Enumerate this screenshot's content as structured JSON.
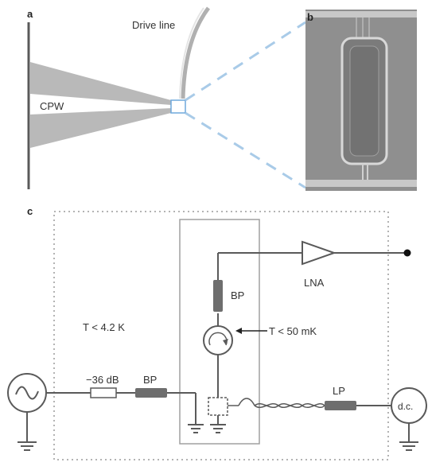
{
  "panels": {
    "a": {
      "letter": "a",
      "drive_line_label": "Drive line",
      "cpw_label": "CPW"
    },
    "b": {
      "letter": "b"
    },
    "c": {
      "letter": "c",
      "temp_outer": "T < 4.2 K",
      "temp_inner": "T < 50 mK",
      "attenuator_label": "−36 dB",
      "bp_input_label": "BP",
      "bp_output_label": "BP",
      "lna_label": "LNA",
      "lp_label": "LP",
      "dc_label": "d.c."
    }
  },
  "colors": {
    "line": "#5a5a5a",
    "cpw_fill": "#b9b9b9",
    "highlight": "#6fa8dc",
    "sem_bg": "#8f8f8f",
    "filter_fill": "#6e6e6e",
    "box_stroke": "#9a9a9a"
  }
}
